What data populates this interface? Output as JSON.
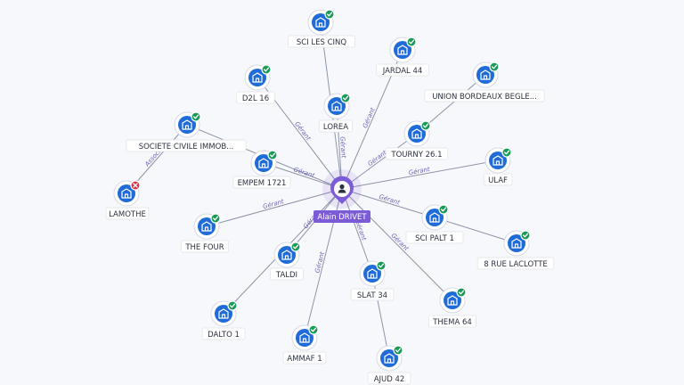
{
  "center": {
    "label": "Alain DRIVET",
    "icon": "person-icon"
  },
  "nodes": [
    {
      "id": "sci-les-cinq",
      "label": "SCI LES CINQ",
      "status": "ok"
    },
    {
      "id": "jardal-44",
      "label": "JARDAL 44",
      "status": "ok"
    },
    {
      "id": "union-bordeaux",
      "label": "UNION BORDEAUX BEGLE...",
      "status": "ok"
    },
    {
      "id": "d2l-16",
      "label": "D2L 16",
      "status": "ok"
    },
    {
      "id": "lorea",
      "label": "LOREA",
      "status": "ok"
    },
    {
      "id": "tourny-26-1",
      "label": "TOURNY 26.1",
      "status": "ok"
    },
    {
      "id": "societe-civile",
      "label": "SOCIETE CIVILE IMMOB...",
      "status": "ok"
    },
    {
      "id": "ulaf",
      "label": "ULAF",
      "status": "ok"
    },
    {
      "id": "empem-1721",
      "label": "EMPEM 1721",
      "status": "ok"
    },
    {
      "id": "lamothe",
      "label": "LAMOTHE",
      "status": "ko"
    },
    {
      "id": "sci-palt-1",
      "label": "SCI PALT 1",
      "status": "ok"
    },
    {
      "id": "the-four",
      "label": "THE FOUR",
      "status": "ok"
    },
    {
      "id": "8-rue-laclotte",
      "label": "8 RUE LACLOTTE",
      "status": "ok"
    },
    {
      "id": "taldi",
      "label": "TALDI",
      "status": "ok"
    },
    {
      "id": "slat-34",
      "label": "SLAT 34",
      "status": "ok"
    },
    {
      "id": "thema-64",
      "label": "THEMA 64",
      "status": "ok"
    },
    {
      "id": "dalto-1",
      "label": "DALTO 1",
      "status": "ok"
    },
    {
      "id": "ammaf-1",
      "label": "AMMAF 1",
      "status": "ok"
    },
    {
      "id": "ajud-42",
      "label": "AJUD 42",
      "status": "ok"
    }
  ],
  "edges": [
    {
      "from": "center",
      "to": "sci-les-cinq",
      "label": ""
    },
    {
      "from": "center",
      "to": "jardal-44",
      "label": "Gérant"
    },
    {
      "from": "center",
      "to": "d2l-16",
      "label": "Gérant"
    },
    {
      "from": "center",
      "to": "lorea",
      "label": "Gérant"
    },
    {
      "from": "center",
      "to": "tourny-26-1",
      "label": "Gérant"
    },
    {
      "from": "center",
      "to": "societe-civile",
      "label": "Gé"
    },
    {
      "from": "center",
      "to": "ulaf",
      "label": "Gérant"
    },
    {
      "from": "center",
      "to": "empem-1721",
      "label": "Gérant"
    },
    {
      "from": "center",
      "to": "sci-palt-1",
      "label": "Gérant"
    },
    {
      "from": "center",
      "to": "the-four",
      "label": "Gérant"
    },
    {
      "from": "center",
      "to": "taldi",
      "label": "Gérant"
    },
    {
      "from": "center",
      "to": "slat-34",
      "label": "Gérant"
    },
    {
      "from": "center",
      "to": "thema-64",
      "label": "Gérant"
    },
    {
      "from": "center",
      "to": "dalto-1",
      "label": ""
    },
    {
      "from": "center",
      "to": "ammaf-1",
      "label": "Gérant"
    },
    {
      "from": "tourny-26-1",
      "to": "union-bordeaux",
      "label": ""
    },
    {
      "from": "sci-palt-1",
      "to": "8-rue-laclotte",
      "label": ""
    },
    {
      "from": "slat-34",
      "to": "ajud-42",
      "label": ""
    },
    {
      "from": "societe-civile",
      "to": "lamothe",
      "label": "Associé"
    }
  ],
  "colors": {
    "node": "#1f6bd8",
    "ok": "#1a9a57",
    "ko": "#d9304a",
    "center": "#7b5cd6",
    "edge_label": "#6d63b6"
  }
}
